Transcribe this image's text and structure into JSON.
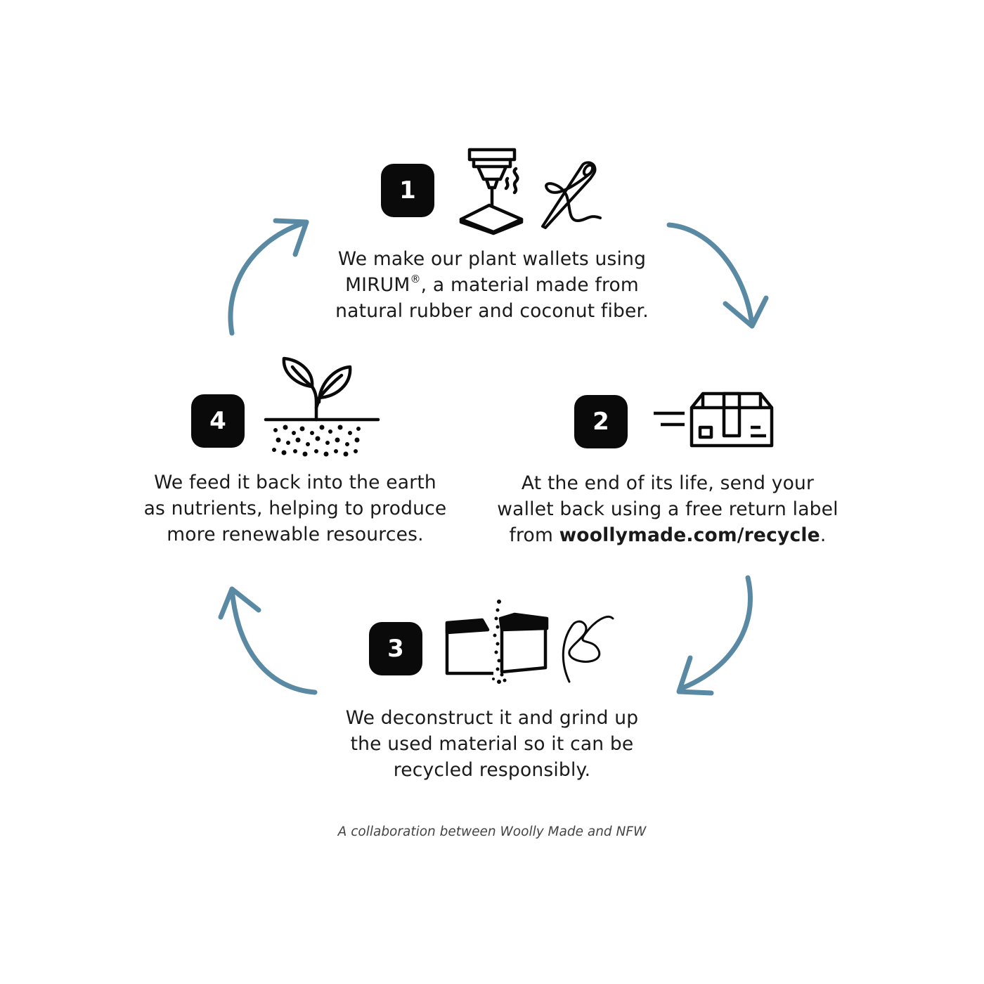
{
  "colors": {
    "arrow": "#5a8aa3",
    "badge": "#0a0a0a",
    "text": "#1a1a1a"
  },
  "steps": [
    {
      "number": "1",
      "icons": [
        "laser-cutter-icon",
        "needle-thread-icon"
      ],
      "lines": [
        "We make our plant wallets using",
        "MIRUM",
        "®",
        ", a material made from",
        "natural rubber and coconut fiber."
      ]
    },
    {
      "number": "2",
      "icons": [
        "shipping-box-icon"
      ],
      "lines": [
        "At the end of its life, send your",
        "wallet back using a free return label",
        "from ",
        "woollymade.com/recycle",
        "."
      ]
    },
    {
      "number": "3",
      "icons": [
        "torn-wallet-icon",
        "squiggle-thread-icon"
      ],
      "lines": [
        "We deconstruct it and grind up",
        "the used material so it can be",
        "recycled responsibly."
      ]
    },
    {
      "number": "4",
      "icons": [
        "sprout-soil-icon"
      ],
      "lines": [
        "We feed it back into the earth",
        "as nutrients, helping to produce",
        "more renewable resources."
      ]
    }
  ],
  "footer": "A collaboration between Woolly Made and NFW"
}
